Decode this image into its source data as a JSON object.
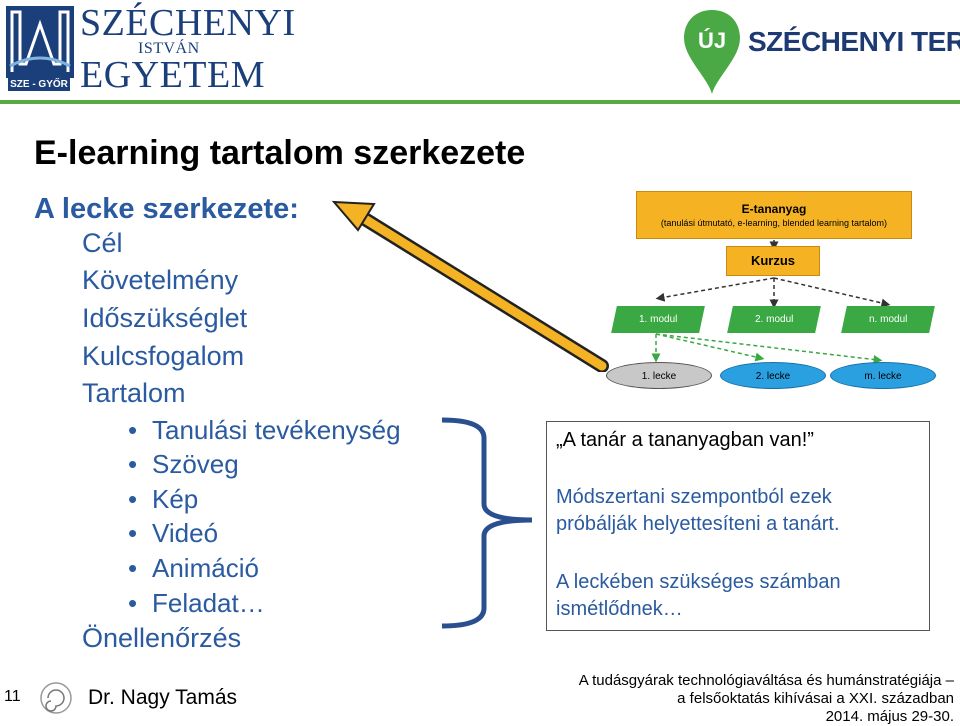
{
  "header": {
    "university": {
      "line1": "SZÉCHENYI",
      "line2": "ISTVÁN",
      "line3": "EGYETEM",
      "badge": "SZE - GYŐR"
    },
    "program": {
      "pin_text": "ÚJ",
      "name": "SZÉCHENYI TERV"
    }
  },
  "title": "E-learning tartalom szerkezete",
  "lesson": {
    "heading": "A lecke szerkezete:",
    "items": [
      "Cél",
      "Követelmény",
      "Időszükséglet",
      "Kulcsfogalom",
      "Tartalom"
    ],
    "bullets": [
      "Tanulási tevékenység",
      "Szöveg",
      "Kép",
      "Videó",
      "Animáció",
      "Feladat…"
    ],
    "last": "Önellenőrzés"
  },
  "diagram": {
    "etananyag_title": "E-tananyag",
    "etananyag_sub": "(tanulási útmutató, e-learning, blended learning tartalom)",
    "kurzus": "Kurzus",
    "modules": [
      "1. modul",
      "2. modul",
      "n. modul"
    ],
    "lessons": [
      "1. lecke",
      "2. lecke",
      "m. lecke"
    ]
  },
  "info": {
    "quote": "„A tanár a tananyagban van!”",
    "p1": [
      "Módszertani szempontból ezek",
      "próbálják helyettesíteni  a tanárt."
    ],
    "p2": [
      "A leckében szükséges számban",
      "ismétlődnek…"
    ]
  },
  "footer": {
    "slide_number": "11",
    "author": "Dr. Nagy Tamás",
    "right": [
      "A tudásgyárak technológiaváltása és humánstratégiája –",
      "a felsőoktatás kihívásai a XXI. században",
      "2014. május 29-30."
    ]
  },
  "colors": {
    "accent_blue": "#2a5aa0",
    "brand_navy": "#1b3f7a",
    "green": "#5aa844",
    "orange": "#f5b323",
    "module_green": "#3aa843",
    "lesson_blue": "#2aa0e0",
    "lesson_grey": "#c8c8c8"
  }
}
